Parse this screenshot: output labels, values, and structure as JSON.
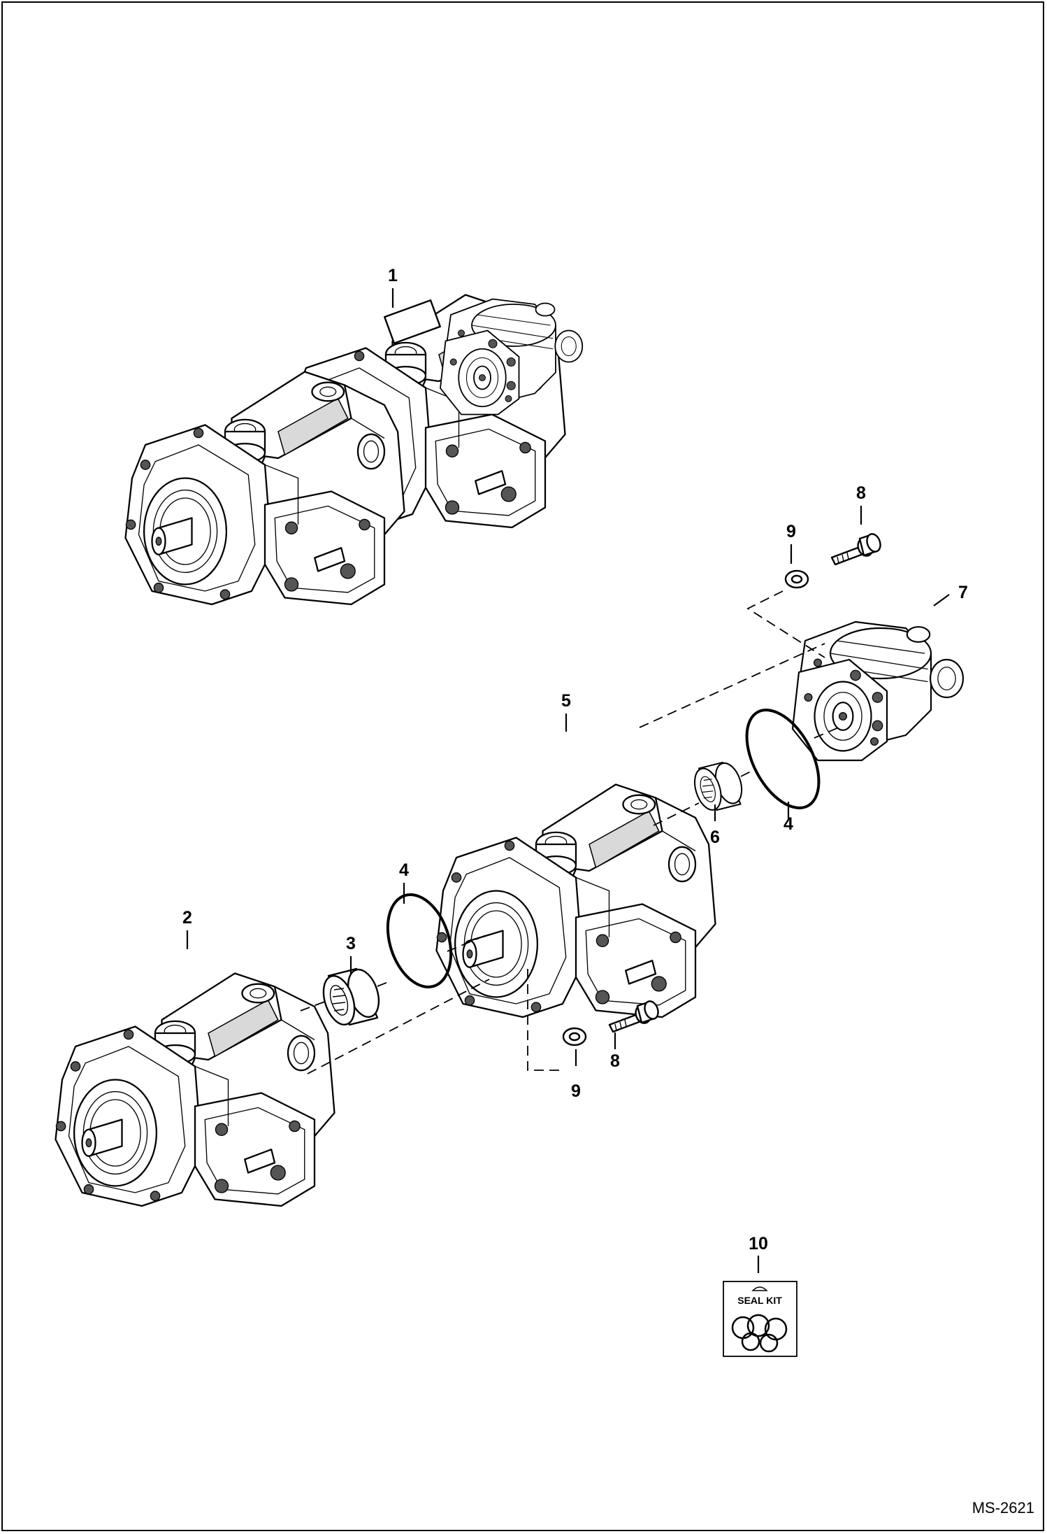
{
  "drawing": {
    "drawing_id": "MS-2621",
    "callouts": [
      "1",
      "2",
      "3",
      "4",
      "4",
      "5",
      "6",
      "7",
      "8",
      "8",
      "9",
      "9",
      "10"
    ],
    "seal_kit_label": "SEAL KIT"
  }
}
